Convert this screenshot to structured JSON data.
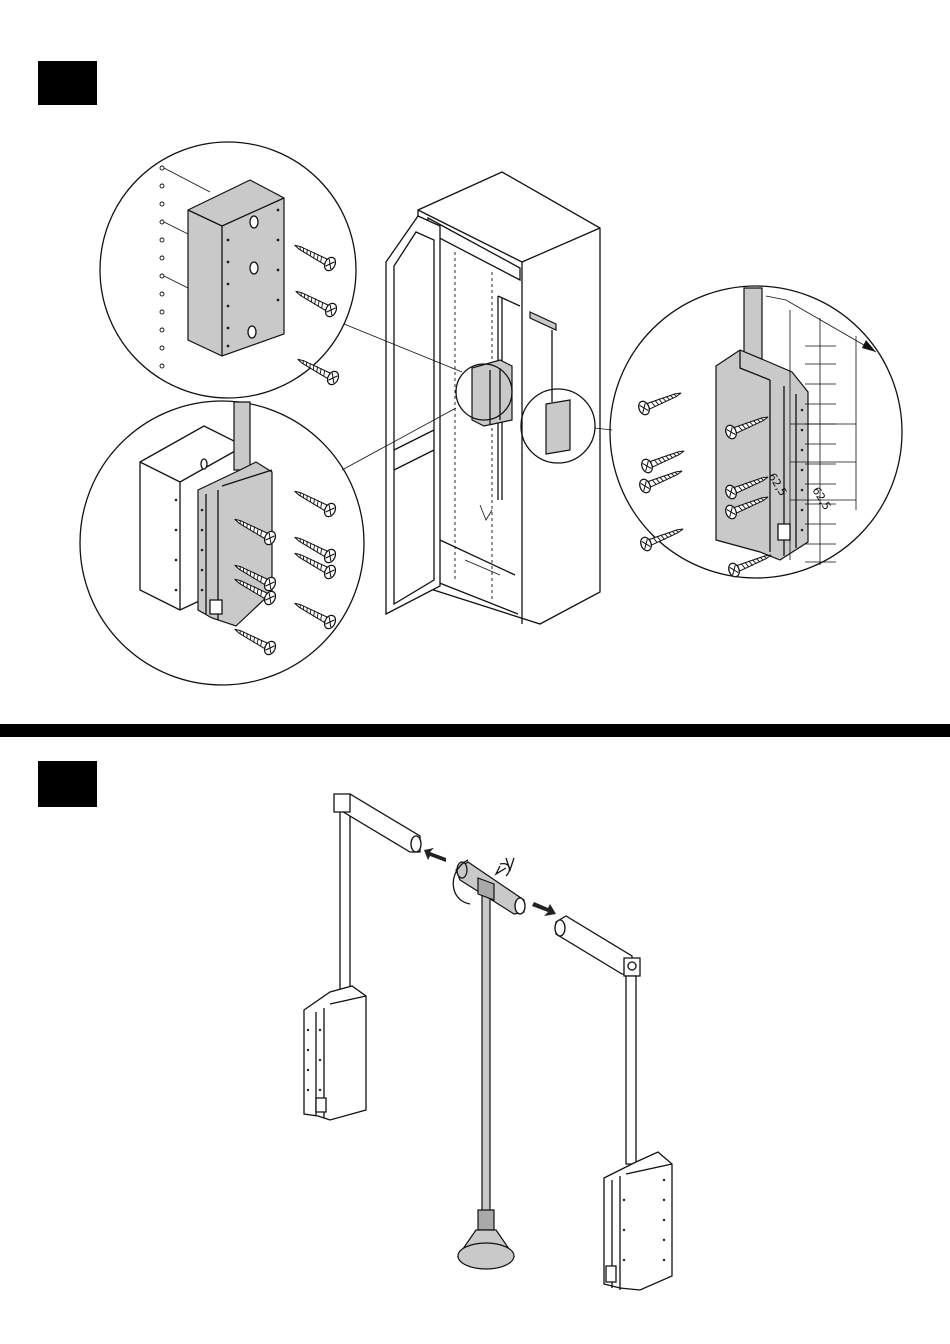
{
  "steps": [
    {
      "badge": "step-1"
    },
    {
      "badge": "step-2"
    }
  ],
  "dimensions": {
    "dim_a": "62,5",
    "dim_b": "62,5"
  },
  "colors": {
    "badge": "#000000",
    "part_fill": "#c9c9c9",
    "part_dark": "#a9a9a9",
    "outline": "#111111"
  },
  "icons": [
    "screw-icon",
    "arrow-right-icon",
    "rotate-icon"
  ]
}
